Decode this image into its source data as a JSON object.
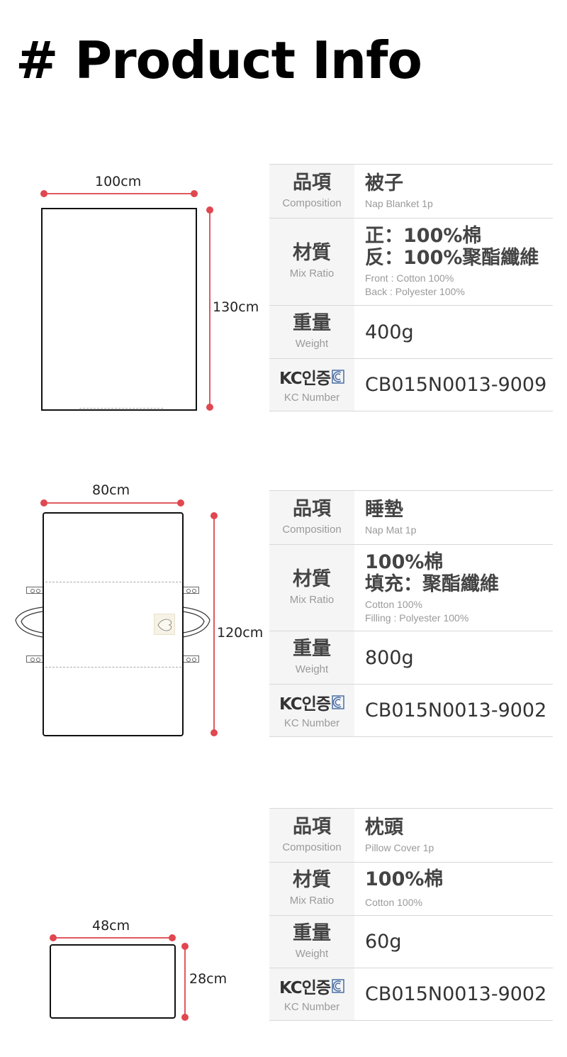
{
  "page": {
    "title": "# Product Info",
    "accent_color": "#e0474f"
  },
  "labels": {
    "composition_main": "品項",
    "composition_sub": "Composition",
    "mix_main": "材質",
    "mix_sub": "Mix Ratio",
    "weight_main": "重量",
    "weight_sub": "Weight",
    "kc_main": "KC인증",
    "kc_sub": "KC Number",
    "kc_icon": "kc-certification-icon"
  },
  "products": [
    {
      "name": "blanket",
      "width": "100cm",
      "height": "130cm",
      "composition": "被子",
      "composition_en": "Nap Blanket 1p",
      "mix_lines": [
        "正：100%棉",
        "反：100%聚酯纖維"
      ],
      "mix_en_lines": [
        "Front : Cotton 100%",
        "Back : Polyester 100%"
      ],
      "weight": "400g",
      "kc_number": "CB015N0013-9009"
    },
    {
      "name": "nap-mat",
      "width": "80cm",
      "height": "120cm",
      "composition": "睡墊",
      "composition_en": "Nap Mat 1p",
      "mix_lines": [
        "100%棉",
        "填充：聚酯纖維"
      ],
      "mix_en_lines": [
        "Cotton 100%",
        "Filling : Polyester 100%"
      ],
      "weight": "800g",
      "kc_number": "CB015N0013-9002"
    },
    {
      "name": "pillow-cover",
      "width": "48cm",
      "height": "28cm",
      "composition": "枕頭",
      "composition_en": "Pillow Cover 1p",
      "mix_lines": [
        "100%棉"
      ],
      "mix_en_lines": [
        "Cotton 100%"
      ],
      "weight": "60g",
      "kc_number": "CB015N0013-9002"
    }
  ]
}
